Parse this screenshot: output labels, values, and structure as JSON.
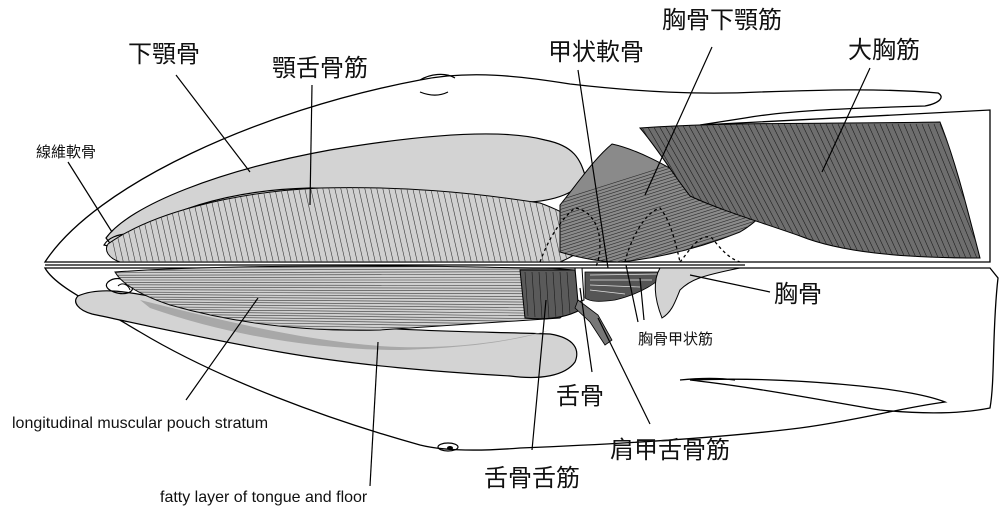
{
  "labels": {
    "mandible": "下顎骨",
    "genioglossus": "顎舌骨筋",
    "thyroid_cartilage": "甲状軟骨",
    "sternomandibular": "胸骨下顎筋",
    "pectoralis_major": "大胸筋",
    "fibrocartilage": "線維軟骨",
    "sternum": "胸骨",
    "sternothyroid": "胸骨甲状筋",
    "hyoid": "舌骨",
    "omohyoid": "肩甲舌骨筋",
    "hyoglossus": "舌骨舌筋",
    "longitudinal_pouch": "longitudinal muscular pouch stratum",
    "fatty_layer": "fatty layer of tongue and floor"
  },
  "colors": {
    "bone": "#d3d3d3",
    "muscle": "#6e6e6e",
    "muscle_dark": "#555555",
    "outline": "#000000",
    "fiber": "#2a2a2a"
  }
}
